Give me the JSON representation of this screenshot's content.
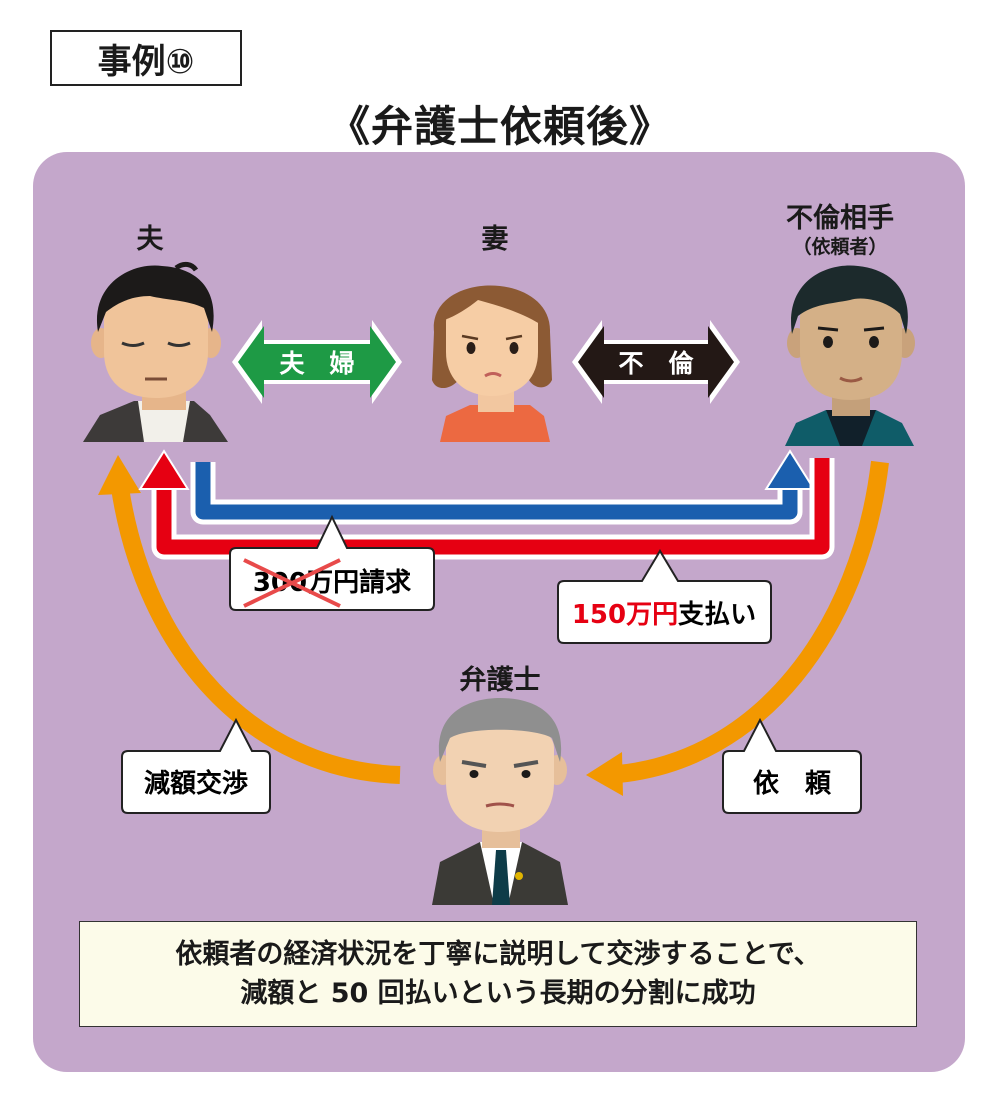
{
  "case_label": "事例⑩",
  "title": "《弁護士依頼後》",
  "roles": {
    "husband": "夫",
    "wife": "妻",
    "partner": "不倫相手",
    "partner_sub": "（依頼者）",
    "lawyer": "弁護士"
  },
  "relations": {
    "marriage": "夫　婦",
    "affair": "不　倫"
  },
  "labels": {
    "claim_amount": "300万円",
    "claim_suffix": "請求",
    "paid_amount": "150万円",
    "paid_suffix": "支払い",
    "negotiation": "減額交渉",
    "request": "依　頼"
  },
  "conclusion": {
    "line1": "依頼者の経済状況を丁寧に説明して交渉することで、",
    "line2": "減額と 50 回払いという長期の分割に成功"
  },
  "colors": {
    "panel": "#c4a7cb",
    "marriage_arrow": "#1e9a45",
    "affair_arrow": "#231815",
    "blue_arrow": "#1b5fae",
    "red_arrow": "#e60012",
    "orange_arrow": "#f39800",
    "paid_amount_text": "#e60012"
  }
}
